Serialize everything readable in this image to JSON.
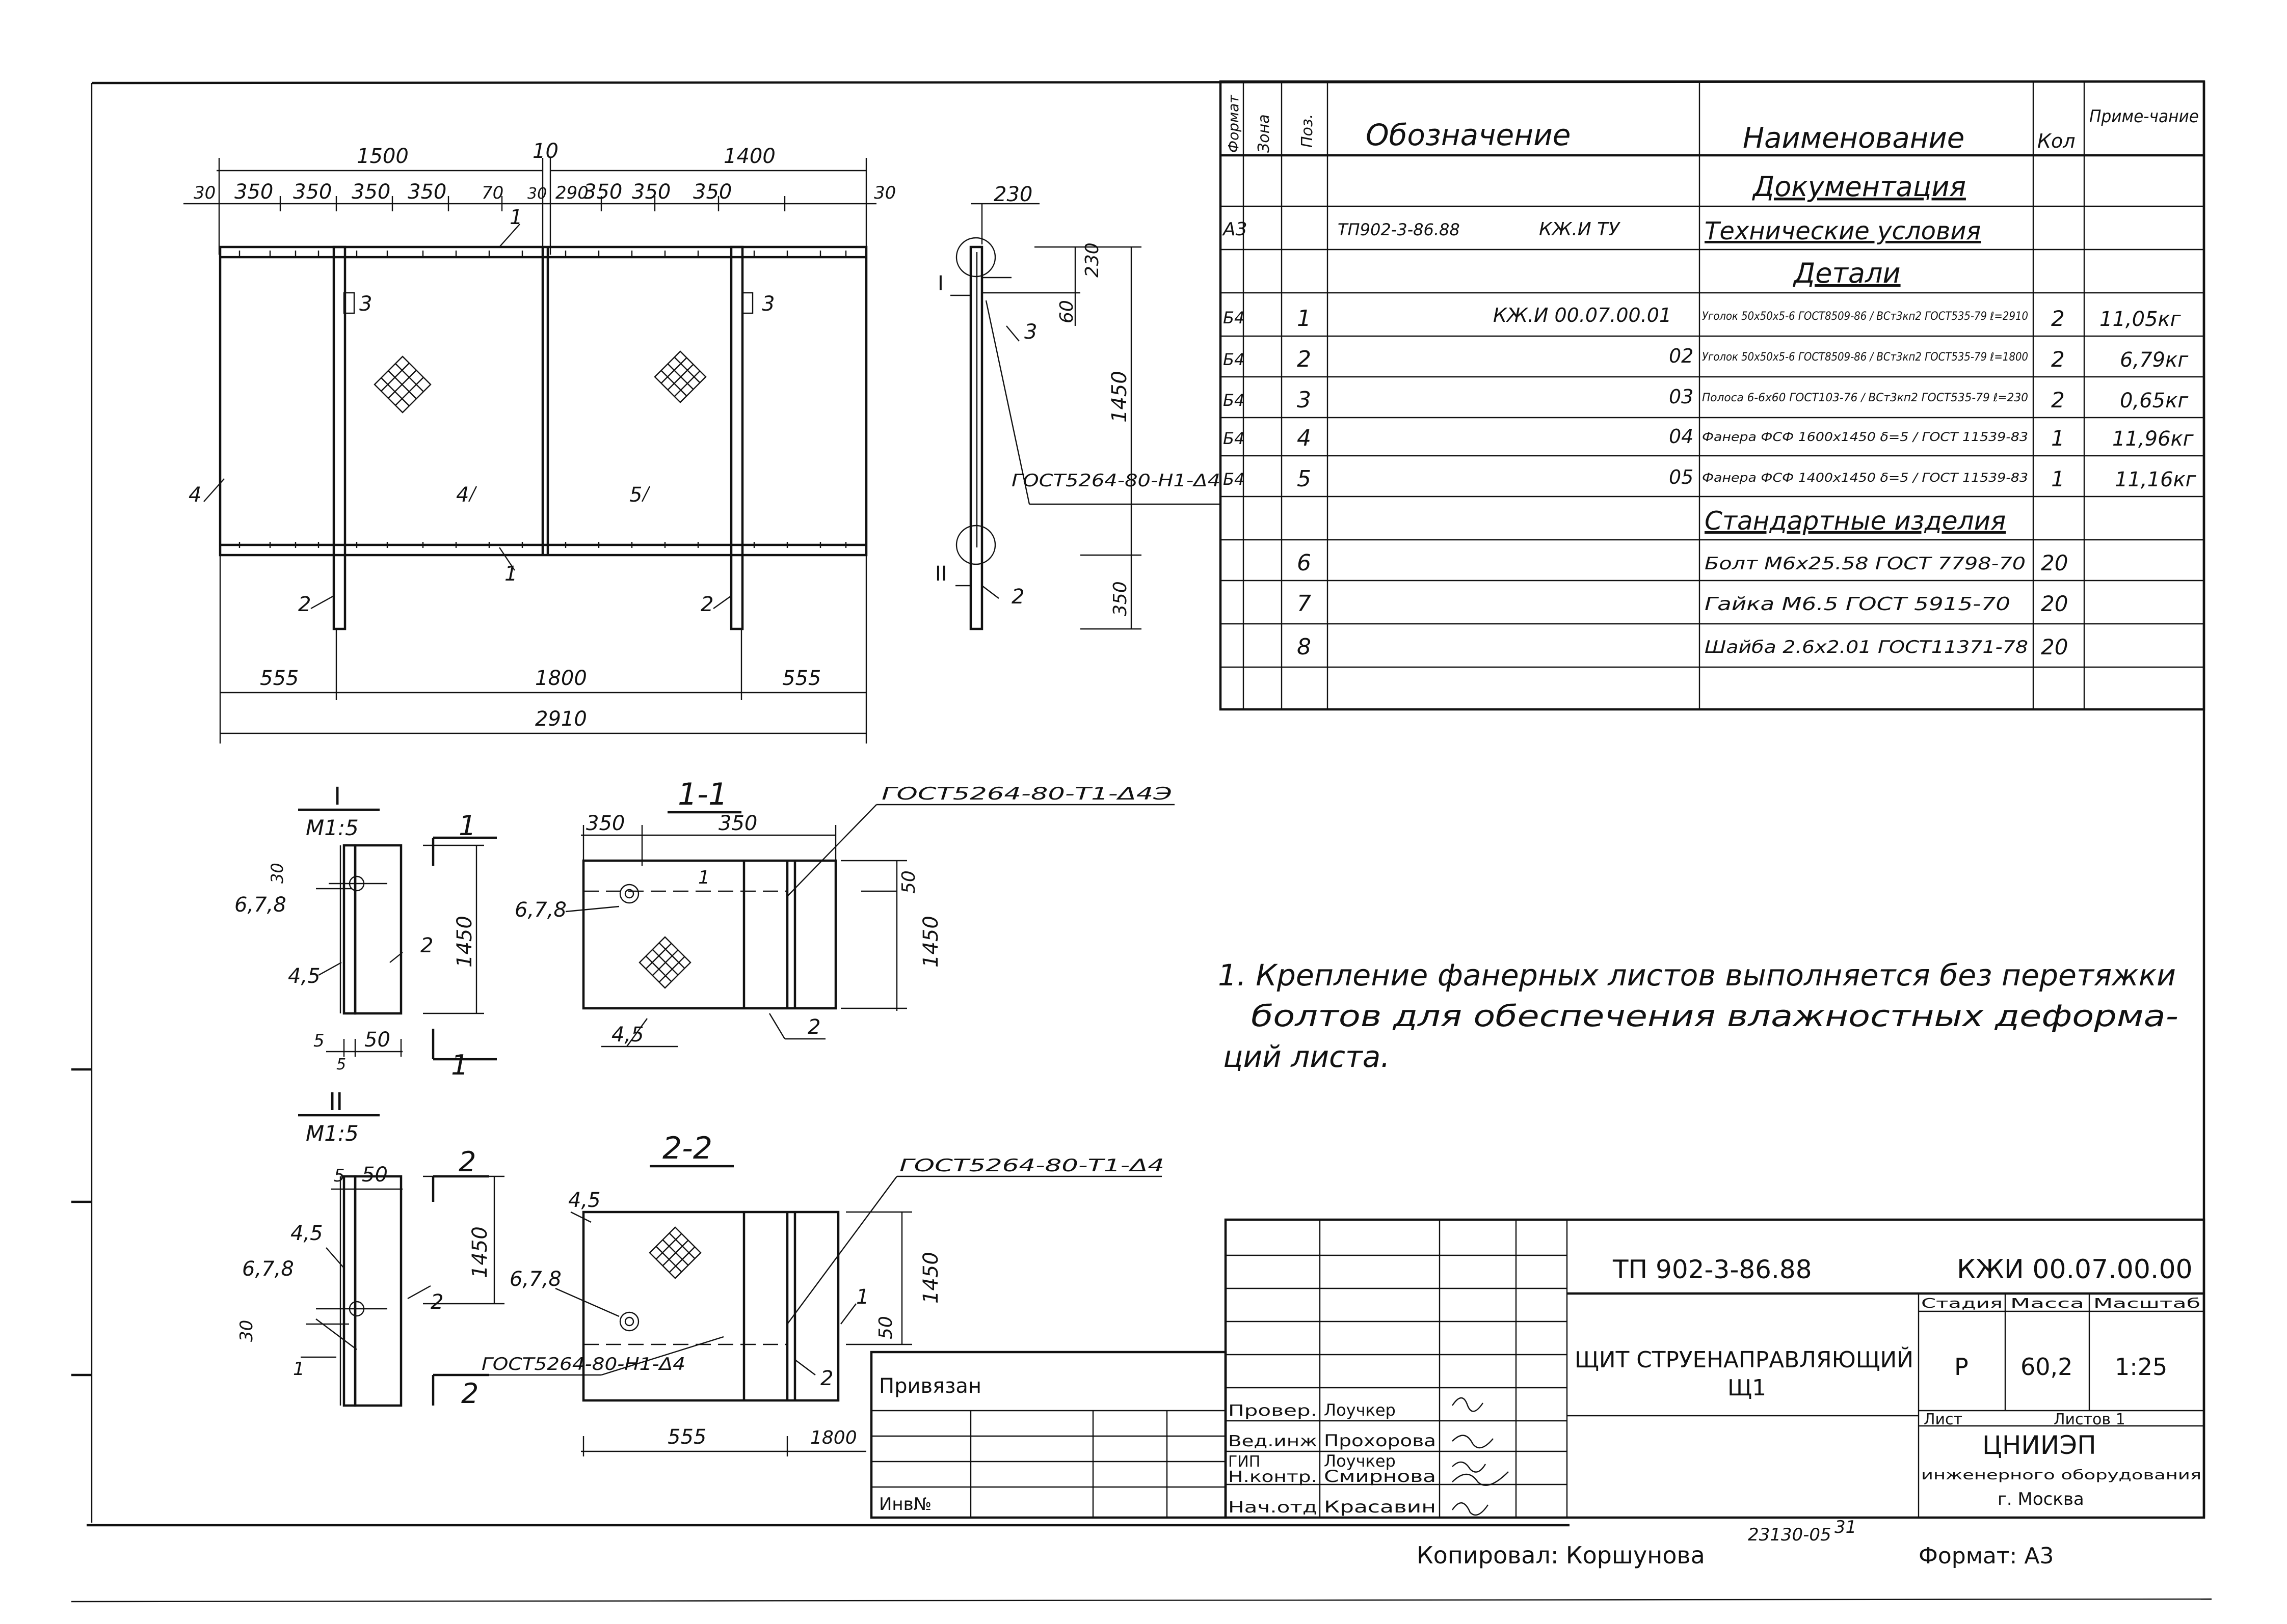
{
  "spec": {
    "headers": {
      "format": "Формат",
      "zone": "Зона",
      "pos": "Поз.",
      "designation": "Обозначение",
      "name": "Наименование",
      "qty": "Кол",
      "note": "Приме-чание"
    },
    "sections": {
      "docs": "Документация",
      "details": "Детали",
      "standard": "Стандартные изделия"
    },
    "doc_row": {
      "format": "А3",
      "code": "ТП902-3-86.88",
      "mark": "КЖ.И ТУ",
      "name": "Технические условия"
    },
    "detail_rows": [
      {
        "format": "Б4",
        "pos": "1",
        "designation": "КЖ.И 00.07.00.01",
        "name": "Уголок 50x50x5-6 ГОСТ8509-86 / ВСт3кп2 ГОСТ535-79 ℓ=2910",
        "qty": "2",
        "note": "11,05кг"
      },
      {
        "format": "Б4",
        "pos": "2",
        "designation": "02",
        "name": "Уголок 50x50x5-6 ГОСТ8509-86 / ВСт3кп2 ГОСТ535-79 ℓ=1800",
        "qty": "2",
        "note": "6,79кг"
      },
      {
        "format": "Б4",
        "pos": "3",
        "designation": "03",
        "name": "Полоса 6-6x60 ГОСТ103-76 / ВСт3кп2 ГОСТ535-79 ℓ=230",
        "qty": "2",
        "note": "0,65кг"
      },
      {
        "format": "Б4",
        "pos": "4",
        "designation": "04",
        "name": "Фанера ФСФ 1600x1450 δ=5 / ГОСТ 11539-83",
        "qty": "1",
        "note": "11,96кг"
      },
      {
        "format": "Б4",
        "pos": "5",
        "designation": "05",
        "name": "Фанера ФСФ 1400x1450 δ=5 / ГОСТ 11539-83",
        "qty": "1",
        "note": "11,16кг"
      }
    ],
    "standard_rows": [
      {
        "pos": "6",
        "name": "Болт М6x25.58 ГОСТ 7798-70",
        "qty": "20"
      },
      {
        "pos": "7",
        "name": "Гайка М6.5 ГОСТ 5915-70",
        "qty": "20"
      },
      {
        "pos": "8",
        "name": "Шайба 2.6x2.01 ГОСТ11371-78",
        "qty": "20"
      }
    ]
  },
  "note_text": [
    "1. Крепление фанерных листов выполняется без перетяжки",
    "болтов для обеспечения влажностных деформа-",
    "ций листа."
  ],
  "main_view": {
    "top_dims": [
      "1500",
      "10",
      "1400"
    ],
    "sub_dims": [
      "30",
      "350",
      "350",
      "350",
      "350",
      "70",
      "30",
      "290",
      "350",
      "350",
      "350",
      "30"
    ],
    "bottom_dims": [
      "555",
      "1800",
      "555"
    ],
    "overall": "2910",
    "positions": [
      "1",
      "1",
      "2",
      "2",
      "3",
      "3",
      "4",
      "4",
      "5"
    ]
  },
  "side_view": {
    "dims": [
      "230",
      "230",
      "60",
      "1450",
      "350"
    ],
    "labels": [
      "I",
      "II",
      "3",
      "2"
    ],
    "weld": "ГОСТ5264-80-Н1-Δ4"
  },
  "detail_I": {
    "title": "I",
    "scale": "М1:5",
    "labels": [
      "30",
      "6,7,8",
      "4,5",
      "2",
      "1450",
      "5",
      "50",
      "5"
    ],
    "cut": "1"
  },
  "section_11": {
    "title": "1-1",
    "labels": [
      "350",
      "350",
      "50",
      "1450",
      "6,7,8",
      "1",
      "2",
      "4,5"
    ],
    "weld": "ГОСТ5264-80-Т1-Δ4Э"
  },
  "detail_II": {
    "title": "II",
    "scale": "М1:5",
    "labels": [
      "5",
      "50",
      "4,5",
      "6,7,8",
      "1450",
      "2",
      "30",
      "1"
    ],
    "cut": "2"
  },
  "section_22": {
    "title": "2-2",
    "labels": [
      "4,5",
      "6,7,8",
      "1450",
      "50",
      "1",
      "2",
      "555",
      "1800"
    ],
    "weld_top": "ГОСТ5264-80-Т1-Δ4",
    "weld_bottom": "ГОСТ5264-80-Н1-Δ4"
  },
  "stamp": {
    "doc_code": "ТП 902-3-86.88",
    "mark": "КЖИ 00.07.00.00",
    "title_line1": "ЩИТ СТРУЕНАПРАВЛЯЮЩИЙ",
    "title_line2": "Щ1",
    "stage_label": "Стадия",
    "mass_label": "Масса",
    "scale_label": "Масштаб",
    "stage": "Р",
    "mass": "60,2",
    "scale": "1:25",
    "sheet_label": "Лист",
    "sheets_label": "Листов 1",
    "org": "ЦНИИЭП",
    "org_sub": "инженерного оборудования",
    "city": "г. Москва",
    "bound": "Привязан",
    "inv": "Инв№",
    "roles": [
      {
        "role": "Провер.",
        "name": "Лоучкер"
      },
      {
        "role": "Вед.инж",
        "name": "Прохорова"
      },
      {
        "role": "ГИП",
        "name": "Лоучкер"
      },
      {
        "role": "Н.контр.",
        "name": "Смирнова"
      },
      {
        "role": "Нач.отд",
        "name": "Красавин"
      }
    ]
  },
  "footer": {
    "copied": "Копировал: Коршунова",
    "number": "23130-05",
    "page": "31",
    "format": "Формат: А3"
  }
}
